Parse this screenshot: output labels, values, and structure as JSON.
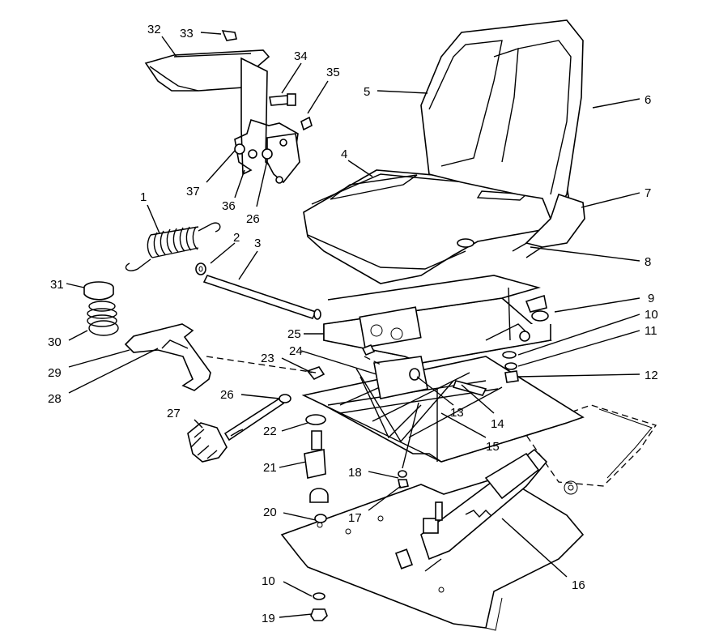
{
  "callouts": [
    "1",
    "2",
    "3",
    "4",
    "5",
    "6",
    "7",
    "8",
    "9",
    "10",
    "11",
    "12",
    "13",
    "14",
    "15",
    "16",
    "17",
    "18",
    "19",
    "20",
    "21",
    "22",
    "23",
    "24",
    "25",
    "26",
    "27",
    "28",
    "29",
    "30",
    "31",
    "32",
    "33",
    "34",
    "35",
    "36",
    "37",
    "26",
    "10"
  ]
}
